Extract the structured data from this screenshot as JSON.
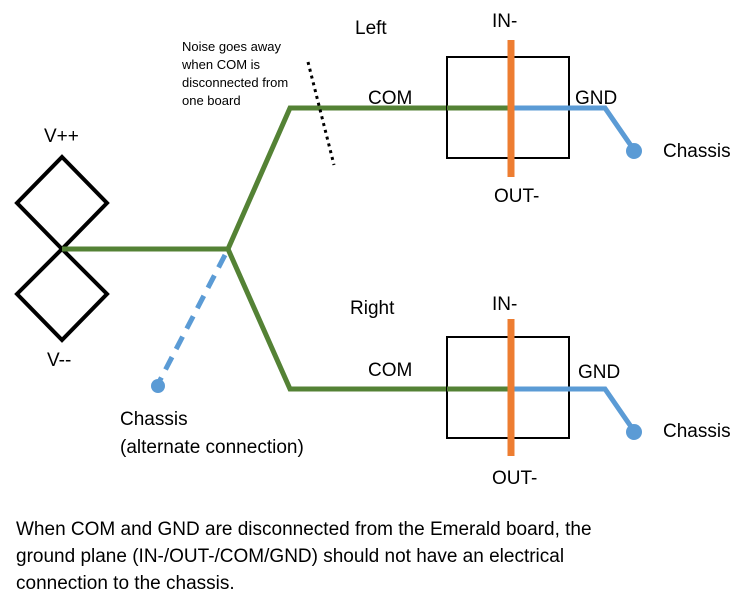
{
  "colors": {
    "com_wire": "#548235",
    "gnd_wire": "#5B9BD5",
    "in_out_bar": "#ED7D31",
    "outline": "#000000"
  },
  "labels": {
    "left": "Left",
    "right": "Right",
    "vpp": "V++",
    "vmm": "V--",
    "com_top": "COM",
    "com_bottom": "COM",
    "gnd_top": "GND",
    "gnd_bottom": "GND",
    "in_top": "IN-",
    "out_top": "OUT-",
    "in_bottom": "IN-",
    "out_bottom": "OUT-",
    "chassis_top": "Chassis",
    "chassis_bottom": "Chassis",
    "chassis_alt_1": "Chassis",
    "chassis_alt_2": "(alternate connection)"
  },
  "note": {
    "line1": "Noise goes away",
    "line2": "when COM is",
    "line3": "disconnected from",
    "line4": "one board"
  },
  "caption": {
    "line1": "When COM and GND are disconnected from the Emerald board, the",
    "line2": "ground plane (IN-/OUT-/COM/GND) should not have an electrical",
    "line3": "connection to the chassis."
  }
}
